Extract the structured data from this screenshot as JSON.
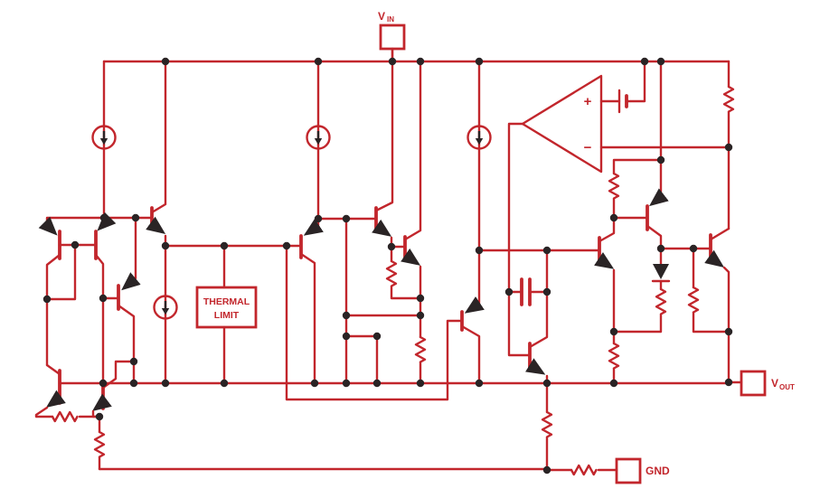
{
  "diagram": {
    "type": "schematic",
    "terminals": {
      "vin": {
        "main": "V",
        "sub": "IN"
      },
      "vout": {
        "main": "V",
        "sub": "OUT"
      },
      "gnd": {
        "label": "GND"
      }
    },
    "thermal_limit": {
      "line1": "THERMAL",
      "line2": "LIMIT"
    },
    "opamp": {
      "noninverting": "+",
      "inverting": "−"
    },
    "colors": {
      "wire": "#c2262c",
      "junction": "#2a2425",
      "background": "#ffffff"
    },
    "inventory": {
      "current_sources": 4,
      "transistors": 13,
      "resistors": 11,
      "capacitors": 1,
      "diodes": 1,
      "voltage_references": 1,
      "opamps": 1
    }
  }
}
